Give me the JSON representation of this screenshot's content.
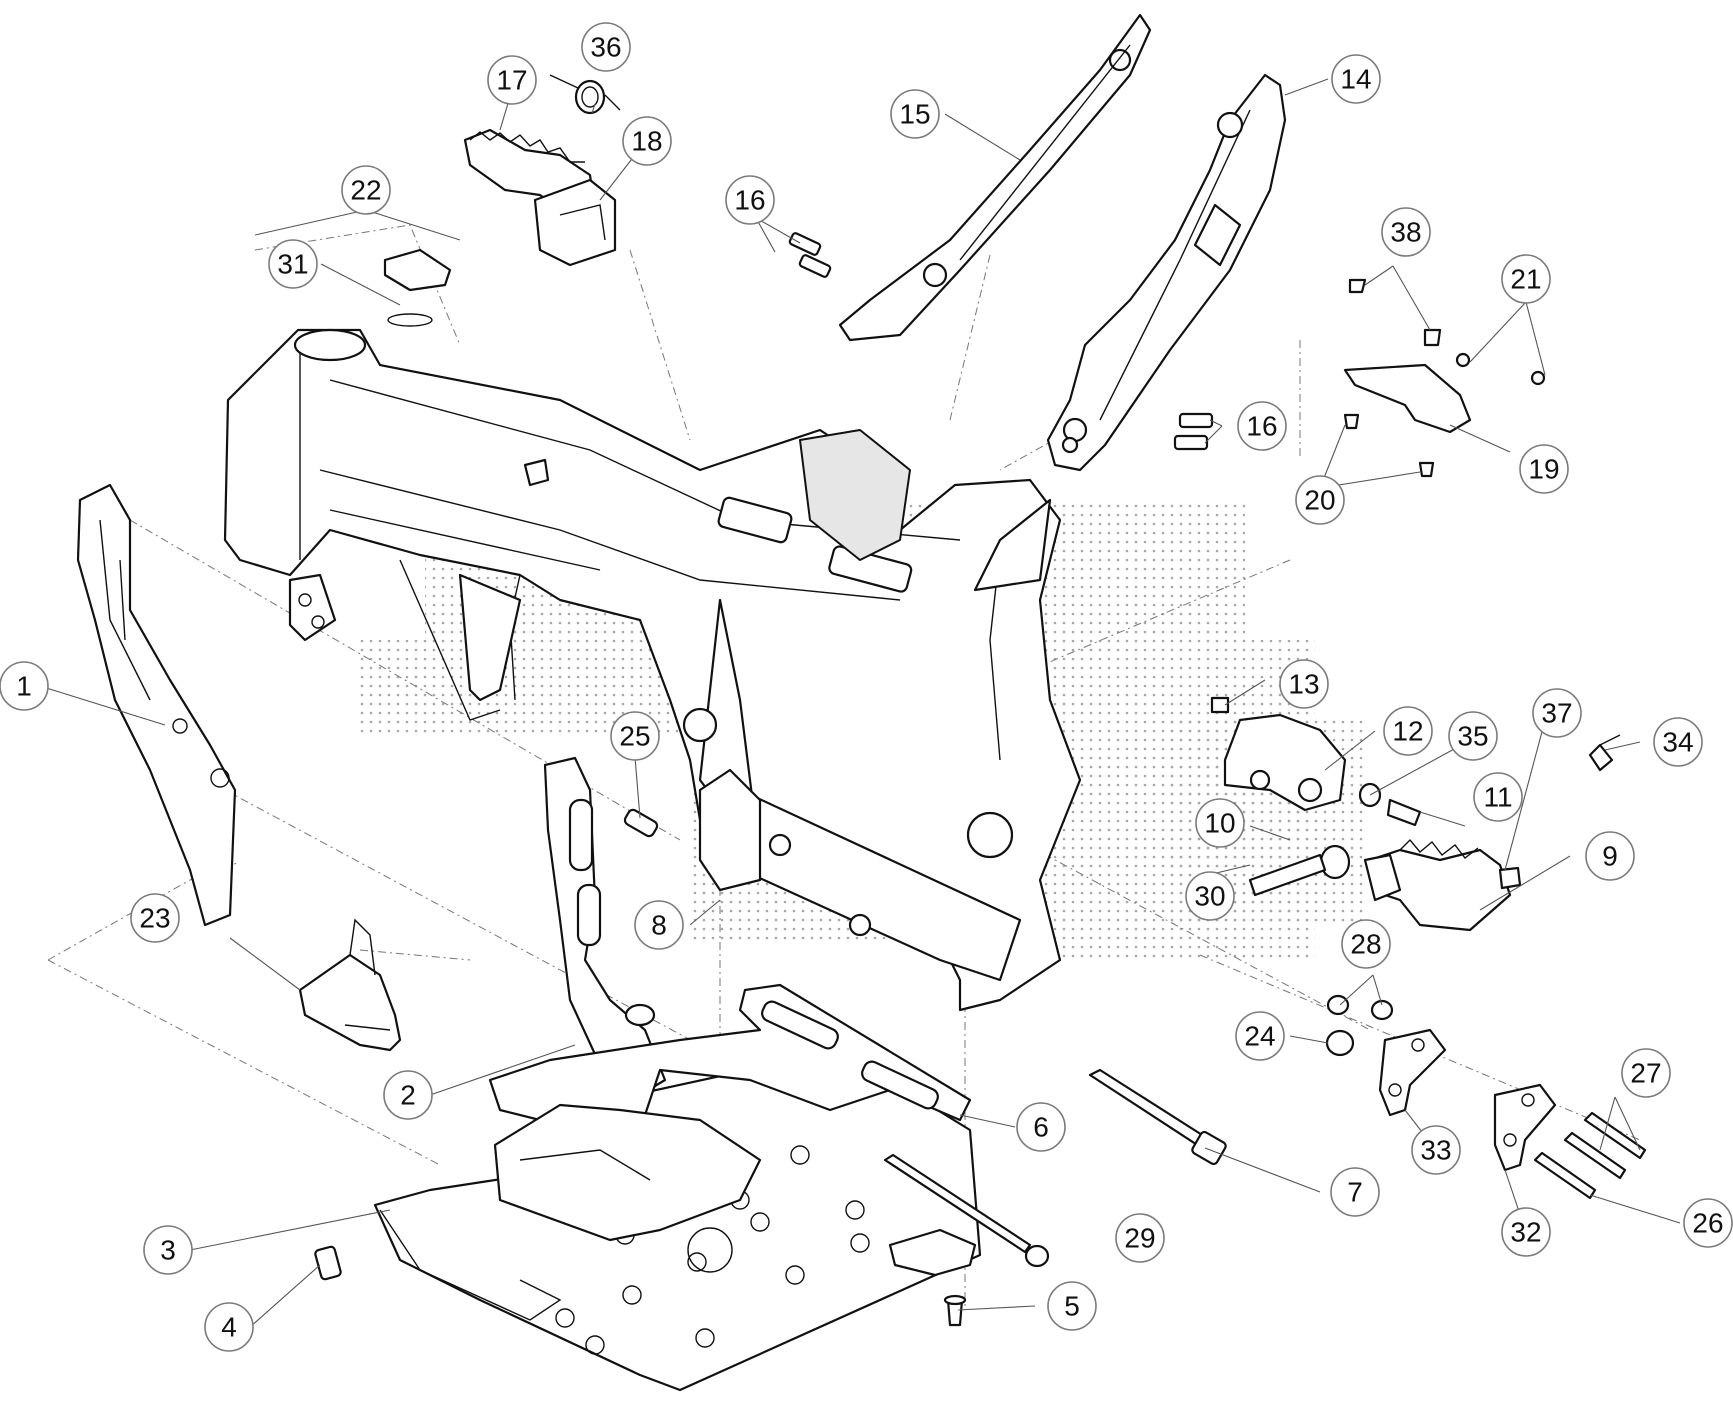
{
  "callouts": [
    {
      "id": "c1",
      "label": "1"
    },
    {
      "id": "c2",
      "label": "2"
    },
    {
      "id": "c3",
      "label": "3"
    },
    {
      "id": "c4",
      "label": "4"
    },
    {
      "id": "c5",
      "label": "5"
    },
    {
      "id": "c6",
      "label": "6"
    },
    {
      "id": "c7",
      "label": "7"
    },
    {
      "id": "c8",
      "label": "8"
    },
    {
      "id": "c9",
      "label": "9"
    },
    {
      "id": "c10",
      "label": "10"
    },
    {
      "id": "c11",
      "label": "11"
    },
    {
      "id": "c12",
      "label": "12"
    },
    {
      "id": "c13",
      "label": "13"
    },
    {
      "id": "c14",
      "label": "14"
    },
    {
      "id": "c15",
      "label": "15"
    },
    {
      "id": "c16a",
      "label": "16"
    },
    {
      "id": "c16b",
      "label": "16"
    },
    {
      "id": "c17",
      "label": "17"
    },
    {
      "id": "c18",
      "label": "18"
    },
    {
      "id": "c19",
      "label": "19"
    },
    {
      "id": "c20",
      "label": "20"
    },
    {
      "id": "c21",
      "label": "21"
    },
    {
      "id": "c22",
      "label": "22"
    },
    {
      "id": "c23",
      "label": "23"
    },
    {
      "id": "c24",
      "label": "24"
    },
    {
      "id": "c25",
      "label": "25"
    },
    {
      "id": "c26",
      "label": "26"
    },
    {
      "id": "c27",
      "label": "27"
    },
    {
      "id": "c28",
      "label": "28"
    },
    {
      "id": "c29",
      "label": "29"
    },
    {
      "id": "c30",
      "label": "30"
    },
    {
      "id": "c31",
      "label": "31"
    },
    {
      "id": "c32",
      "label": "32"
    },
    {
      "id": "c33",
      "label": "33"
    },
    {
      "id": "c34",
      "label": "34"
    },
    {
      "id": "c35",
      "label": "35"
    },
    {
      "id": "c36",
      "label": "36"
    },
    {
      "id": "c37",
      "label": "37"
    },
    {
      "id": "c38",
      "label": "38"
    }
  ]
}
